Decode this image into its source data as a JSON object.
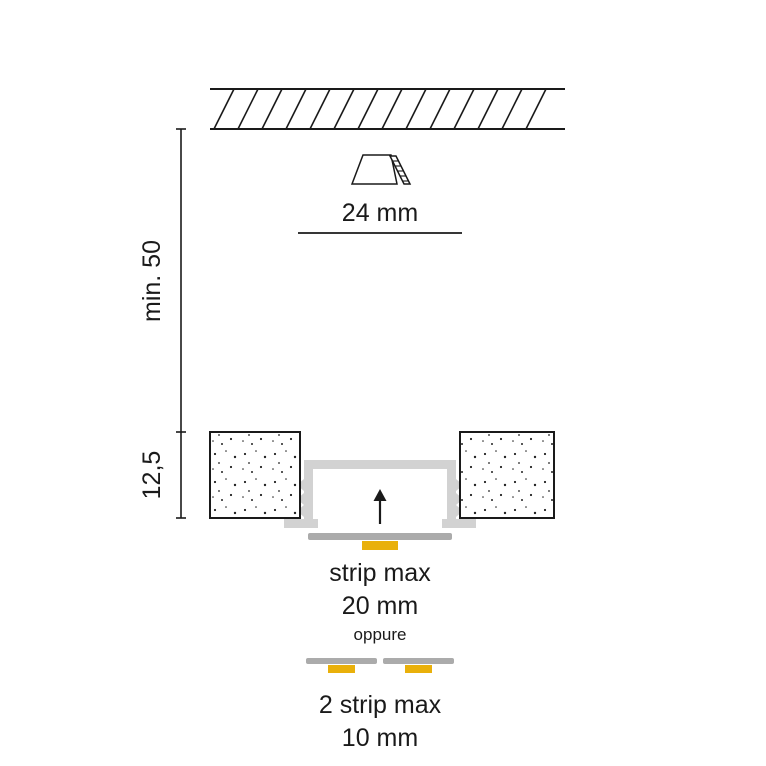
{
  "colors": {
    "ink": "#1a1a1a",
    "background": "#ffffff",
    "profile_gray": "#d2d2d2",
    "cover_gray": "#ababab",
    "strip_yellow": "#e9b00b"
  },
  "dimensions": {
    "opening_width": "24 mm",
    "min_recess_depth": "min. 50",
    "board_thickness": "12,5"
  },
  "strip_options": {
    "single_line1": "strip max",
    "single_line2": "20 mm",
    "separator": "oppure",
    "double_line1": "2 strip max",
    "double_line2": "10 mm"
  }
}
